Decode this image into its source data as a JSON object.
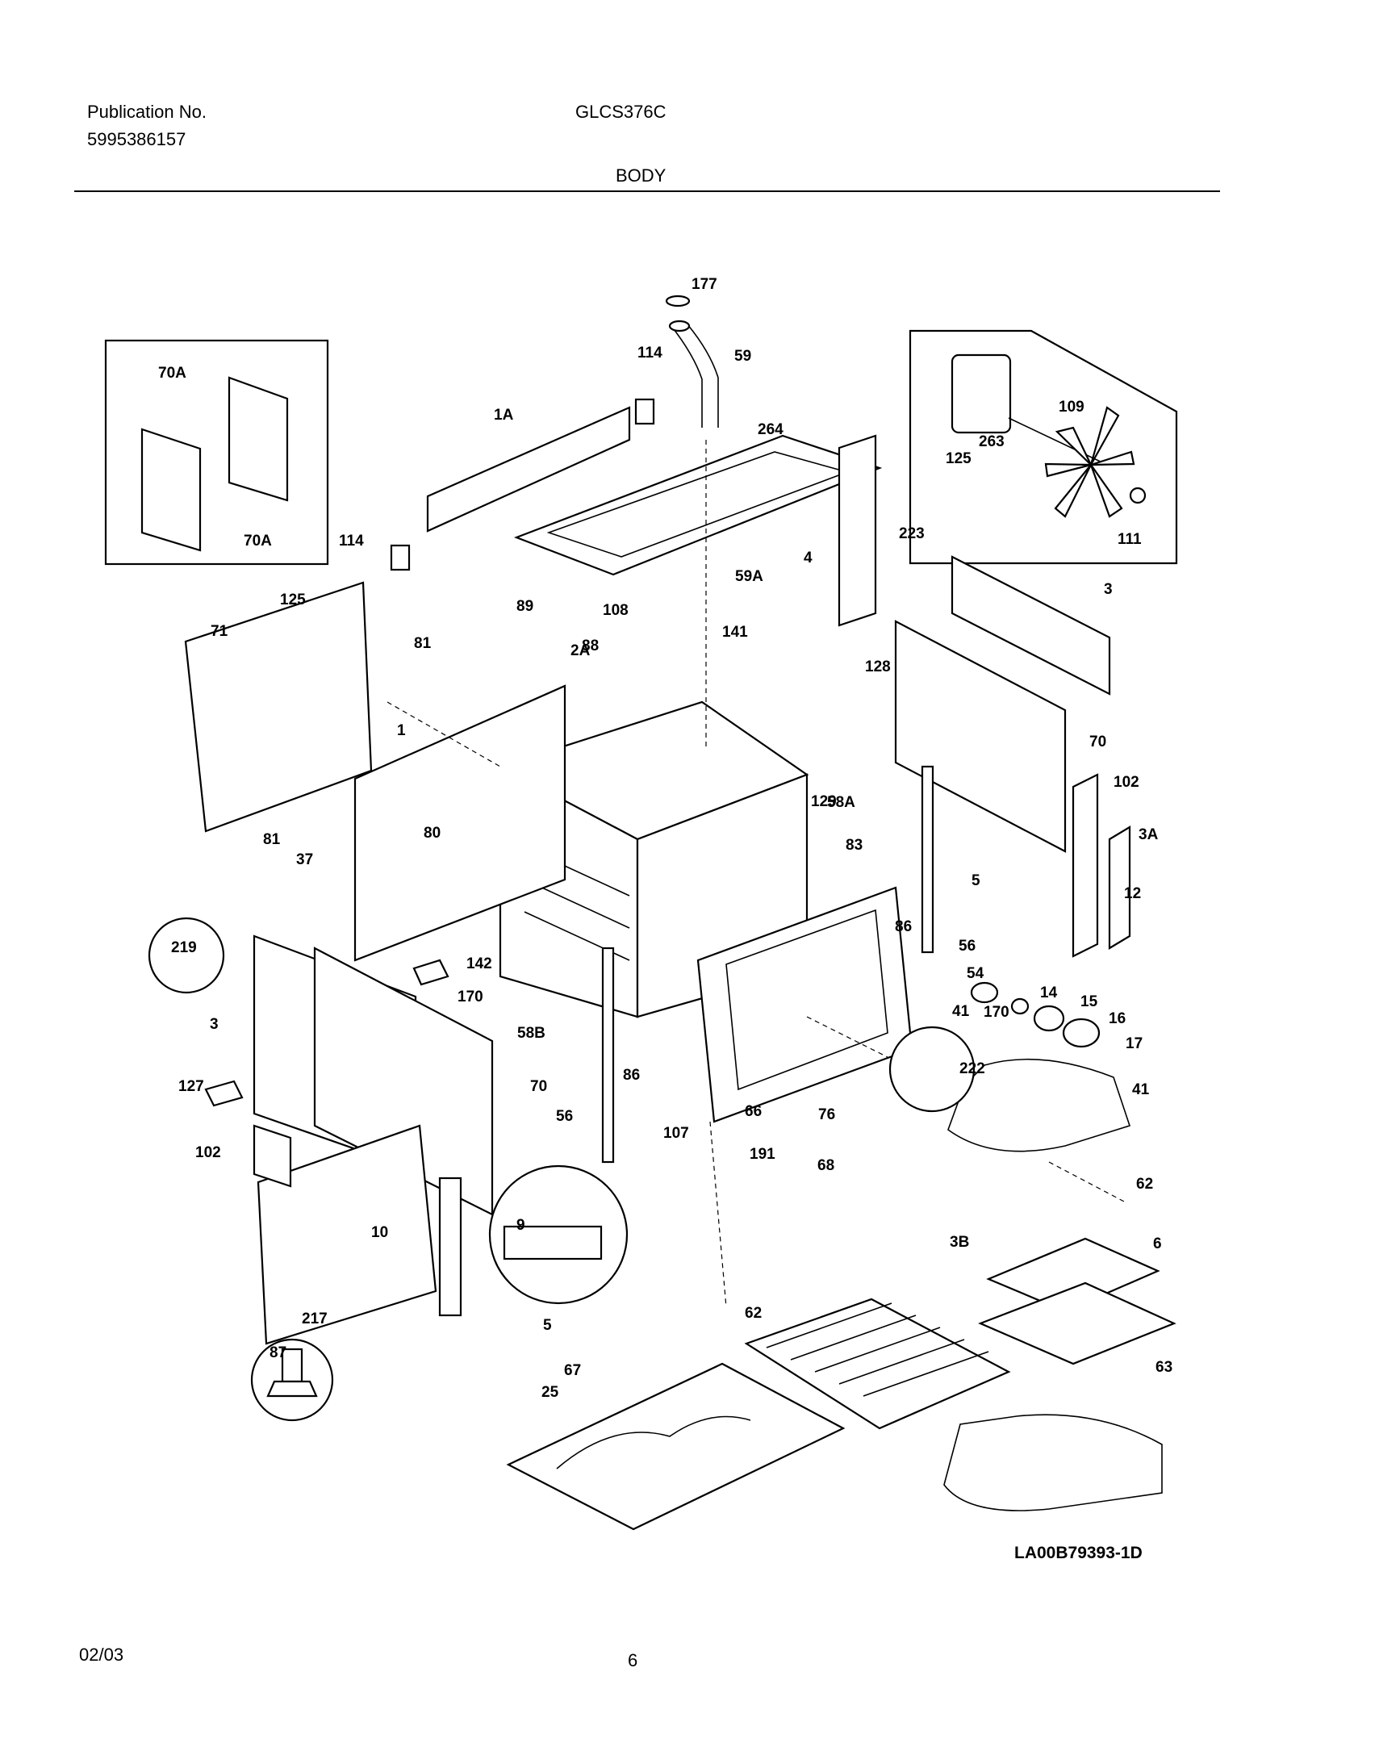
{
  "header": {
    "publication_label": "Publication No.",
    "publication_number": "5995386157",
    "model": "GLCS376C",
    "section": "BODY"
  },
  "diagram": {
    "reference_code": "LA00B79393-1D",
    "callouts": [
      "177",
      "59",
      "114",
      "1A",
      "264",
      "223",
      "70A",
      "70A",
      "114",
      "4",
      "125",
      "109",
      "263",
      "111",
      "59A",
      "108",
      "89",
      "141",
      "128",
      "129",
      "2A",
      "88",
      "81",
      "71",
      "125",
      "3",
      "1",
      "81",
      "80",
      "70",
      "102",
      "3A",
      "58A",
      "83",
      "37",
      "5",
      "12",
      "86",
      "56",
      "219",
      "142",
      "170",
      "54",
      "14",
      "15",
      "16",
      "17",
      "3",
      "58B",
      "86",
      "41",
      "70",
      "170",
      "56",
      "127",
      "222",
      "66",
      "76",
      "41",
      "107",
      "191",
      "68",
      "102",
      "62",
      "10",
      "6",
      "9",
      "3B",
      "63",
      "217",
      "5",
      "62",
      "87",
      "67",
      "25"
    ]
  },
  "footer": {
    "date": "02/03",
    "page": "6"
  }
}
